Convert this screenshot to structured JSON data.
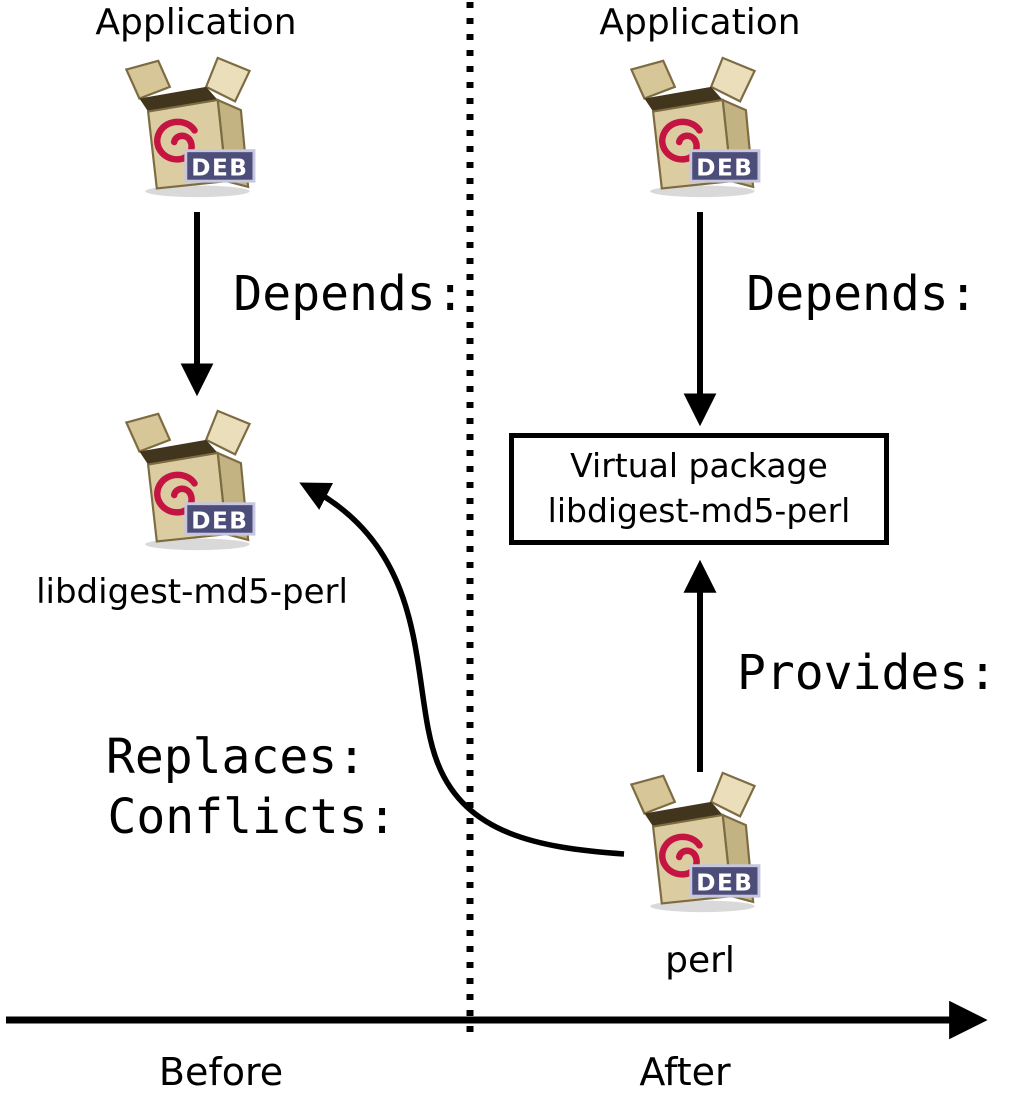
{
  "before_side": {
    "application_label": "Application",
    "depends_label": "Depends:",
    "package_label": "libdigest-md5-perl",
    "replaces_label": "Replaces:",
    "conflicts_label": "Conflicts:"
  },
  "after_side": {
    "application_label": "Application",
    "depends_label": "Depends:",
    "virtual_package": {
      "line1": "Virtual package",
      "line2": "libdigest-md5-perl"
    },
    "provides_label": "Provides:",
    "package_label": "perl"
  },
  "timeline": {
    "before_label": "Before",
    "after_label": "After"
  },
  "icons": {
    "deb_badge_label": "DEB"
  },
  "colors": {
    "carton_front": "#dccca2",
    "carton_side": "#c3b282",
    "carton_flap_left": "#d6c698",
    "carton_flap_right": "#eadebb",
    "carton_inside": "#42351d",
    "debian_swirl_red": "#c41441",
    "badge_background": "#4d4d7a",
    "badge_border": "#c6c6de",
    "line_black": "#000000"
  }
}
